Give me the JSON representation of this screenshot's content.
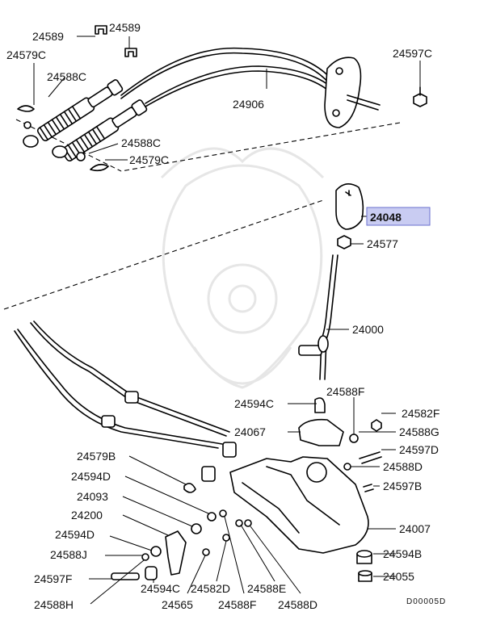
{
  "labels": [
    "24589",
    "24589",
    "24579C",
    "24588C",
    "24906",
    "24597C",
    "24588C",
    "24579C",
    "24048",
    "24577",
    "24000",
    "24588F",
    "24594C",
    "24582F",
    "24067",
    "24588G",
    "24597D",
    "24579B",
    "24588D",
    "24594D",
    "24597B",
    "24093",
    "24200",
    "24007",
    "24594D",
    "24588J",
    "24594B",
    "24597F",
    "24594C",
    "24582D",
    "24588E",
    "24055",
    "24588H",
    "24565",
    "24588F",
    "24588D"
  ],
  "highlighted_part": "24048",
  "highlight_color": "#c9ccf2",
  "diagram_code": "D00005D"
}
